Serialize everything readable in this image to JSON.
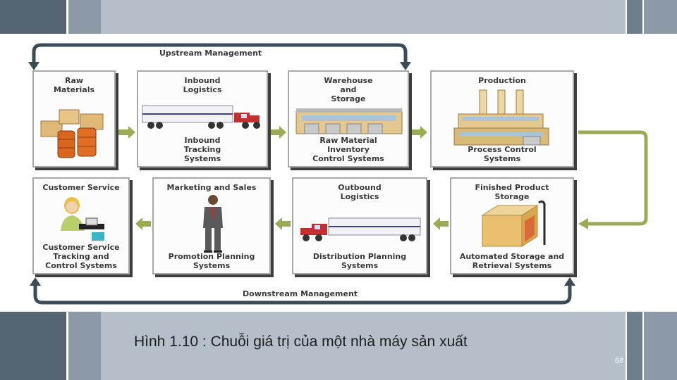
{
  "diagram": {
    "upstream_label": "Upstream Management",
    "downstream_label": "Downstream Management",
    "colors": {
      "flow_arrow": "#9aab55",
      "loop_arrow": "#3c4c57",
      "box_shadow": "#3e3e3e"
    },
    "nodes": [
      {
        "id": "raw-materials",
        "top": "Raw\nMaterials",
        "bottom": "",
        "icon": "crates-and-barrels-icon"
      },
      {
        "id": "inbound-logistics",
        "top": "Inbound\nLogistics",
        "bottom": "Inbound\nTracking\nSystems",
        "icon": "truck-icon"
      },
      {
        "id": "warehouse-storage",
        "top": "Warehouse\nand\nStorage",
        "bottom": "Raw Material\nInventory\nControl Systems",
        "icon": "warehouse-icon"
      },
      {
        "id": "production",
        "top": "Production",
        "bottom": "Process Control\nSystems",
        "icon": "factory-icon"
      },
      {
        "id": "finished-product",
        "top": "Finished Product\nStorage",
        "bottom": "Automated Storage and\nRetrieval Systems",
        "icon": "storage-shed-icon"
      },
      {
        "id": "outbound-logistics",
        "top": "Outbound\nLogistics",
        "bottom": "Distribution Planning\nSystems",
        "icon": "truck-icon"
      },
      {
        "id": "marketing-sales",
        "top": "Marketing and Sales",
        "bottom": "Promotion Planning\nSystems",
        "icon": "businessman-icon"
      },
      {
        "id": "customer-service",
        "top": "Customer Service",
        "bottom": "Customer Service\nTracking and\nControl Systems",
        "icon": "call-center-agent-icon"
      }
    ]
  },
  "caption": "Hình 1.10 : Chuỗi giá trị của một nhà máy sản xuất",
  "page_number": "68"
}
